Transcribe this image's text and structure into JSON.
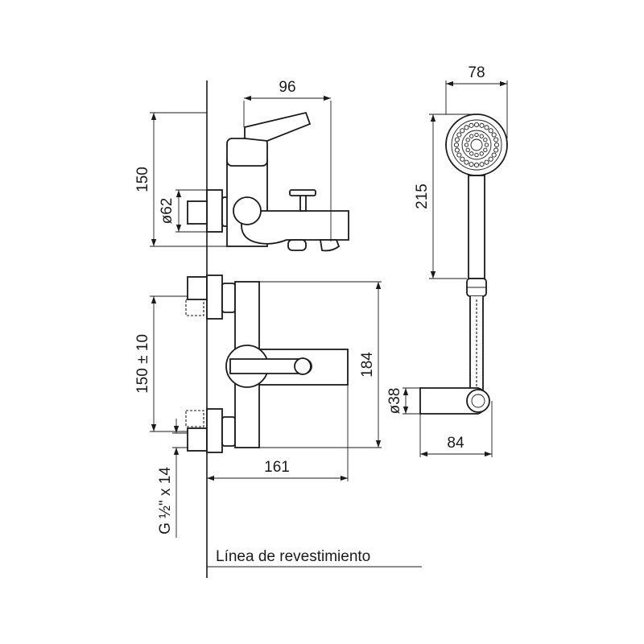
{
  "dimensions": {
    "top_width": "96",
    "top_height": "150",
    "inlet_diameter": "ø62",
    "shower_width": "78",
    "shower_length": "215",
    "inlet_spacing": "150 ± 10",
    "front_height": "184",
    "front_depth": "161",
    "thread": "G ½\" x 14",
    "holder_diameter": "ø38",
    "holder_depth": "84"
  },
  "labels": {
    "wall_line": "Línea de revestimiento"
  }
}
